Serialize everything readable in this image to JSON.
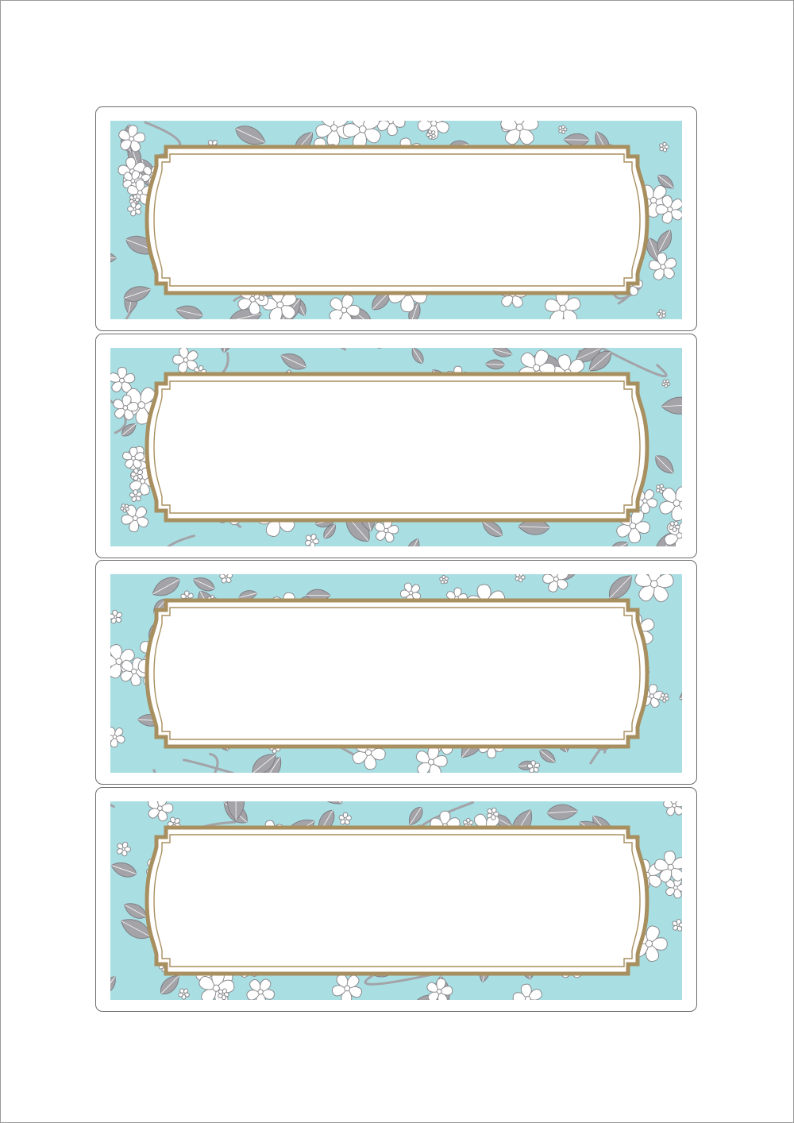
{
  "page": {
    "type": "label sheet"
  },
  "labels": [
    {
      "id": 1,
      "text": ""
    },
    {
      "id": 2,
      "text": ""
    },
    {
      "id": 3,
      "text": ""
    },
    {
      "id": 4,
      "text": ""
    }
  ],
  "palette": {
    "background": "#a9dfe3",
    "leaf": "#a3a3a8",
    "leaf_outline": "#7e7e84",
    "flower": "#ffffff",
    "flower_outline": "#8a8a8e",
    "frame_gold": "#a88f5f",
    "card_border": "#6b6b6b"
  }
}
